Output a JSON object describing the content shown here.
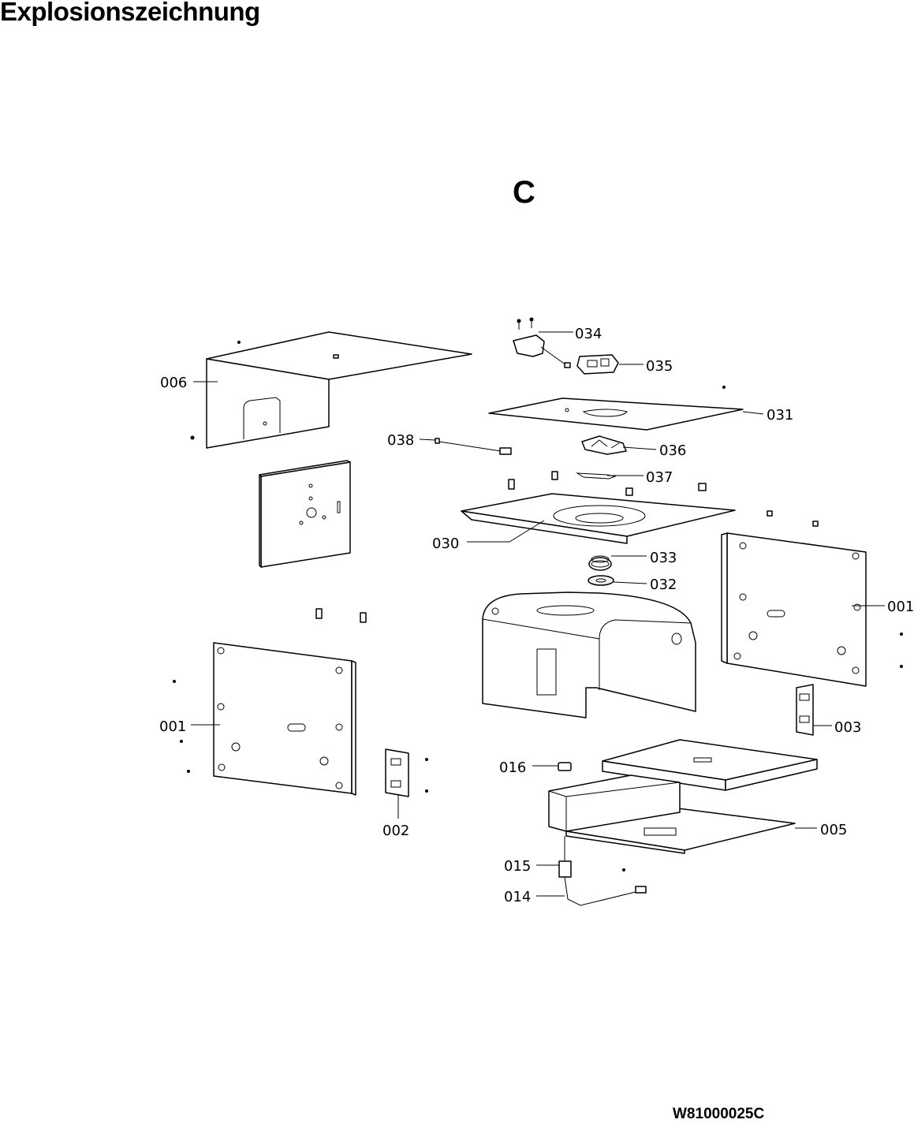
{
  "title": "Explosionszeichnung",
  "section": "C",
  "document_id": "W81000025C",
  "callouts": [
    {
      "key": "p006",
      "label": "006"
    },
    {
      "key": "p034",
      "label": "034"
    },
    {
      "key": "p035",
      "label": "035"
    },
    {
      "key": "p031",
      "label": "031"
    },
    {
      "key": "p038",
      "label": "038"
    },
    {
      "key": "p036",
      "label": "036"
    },
    {
      "key": "p037",
      "label": "037"
    },
    {
      "key": "p030",
      "label": "030"
    },
    {
      "key": "p033",
      "label": "033"
    },
    {
      "key": "p032",
      "label": "032"
    },
    {
      "key": "p001r",
      "label": "001"
    },
    {
      "key": "p001l",
      "label": "001"
    },
    {
      "key": "p003",
      "label": "003"
    },
    {
      "key": "p002",
      "label": "002"
    },
    {
      "key": "p016",
      "label": "016"
    },
    {
      "key": "p005",
      "label": "005"
    },
    {
      "key": "p015",
      "label": "015"
    },
    {
      "key": "p014",
      "label": "014"
    }
  ]
}
